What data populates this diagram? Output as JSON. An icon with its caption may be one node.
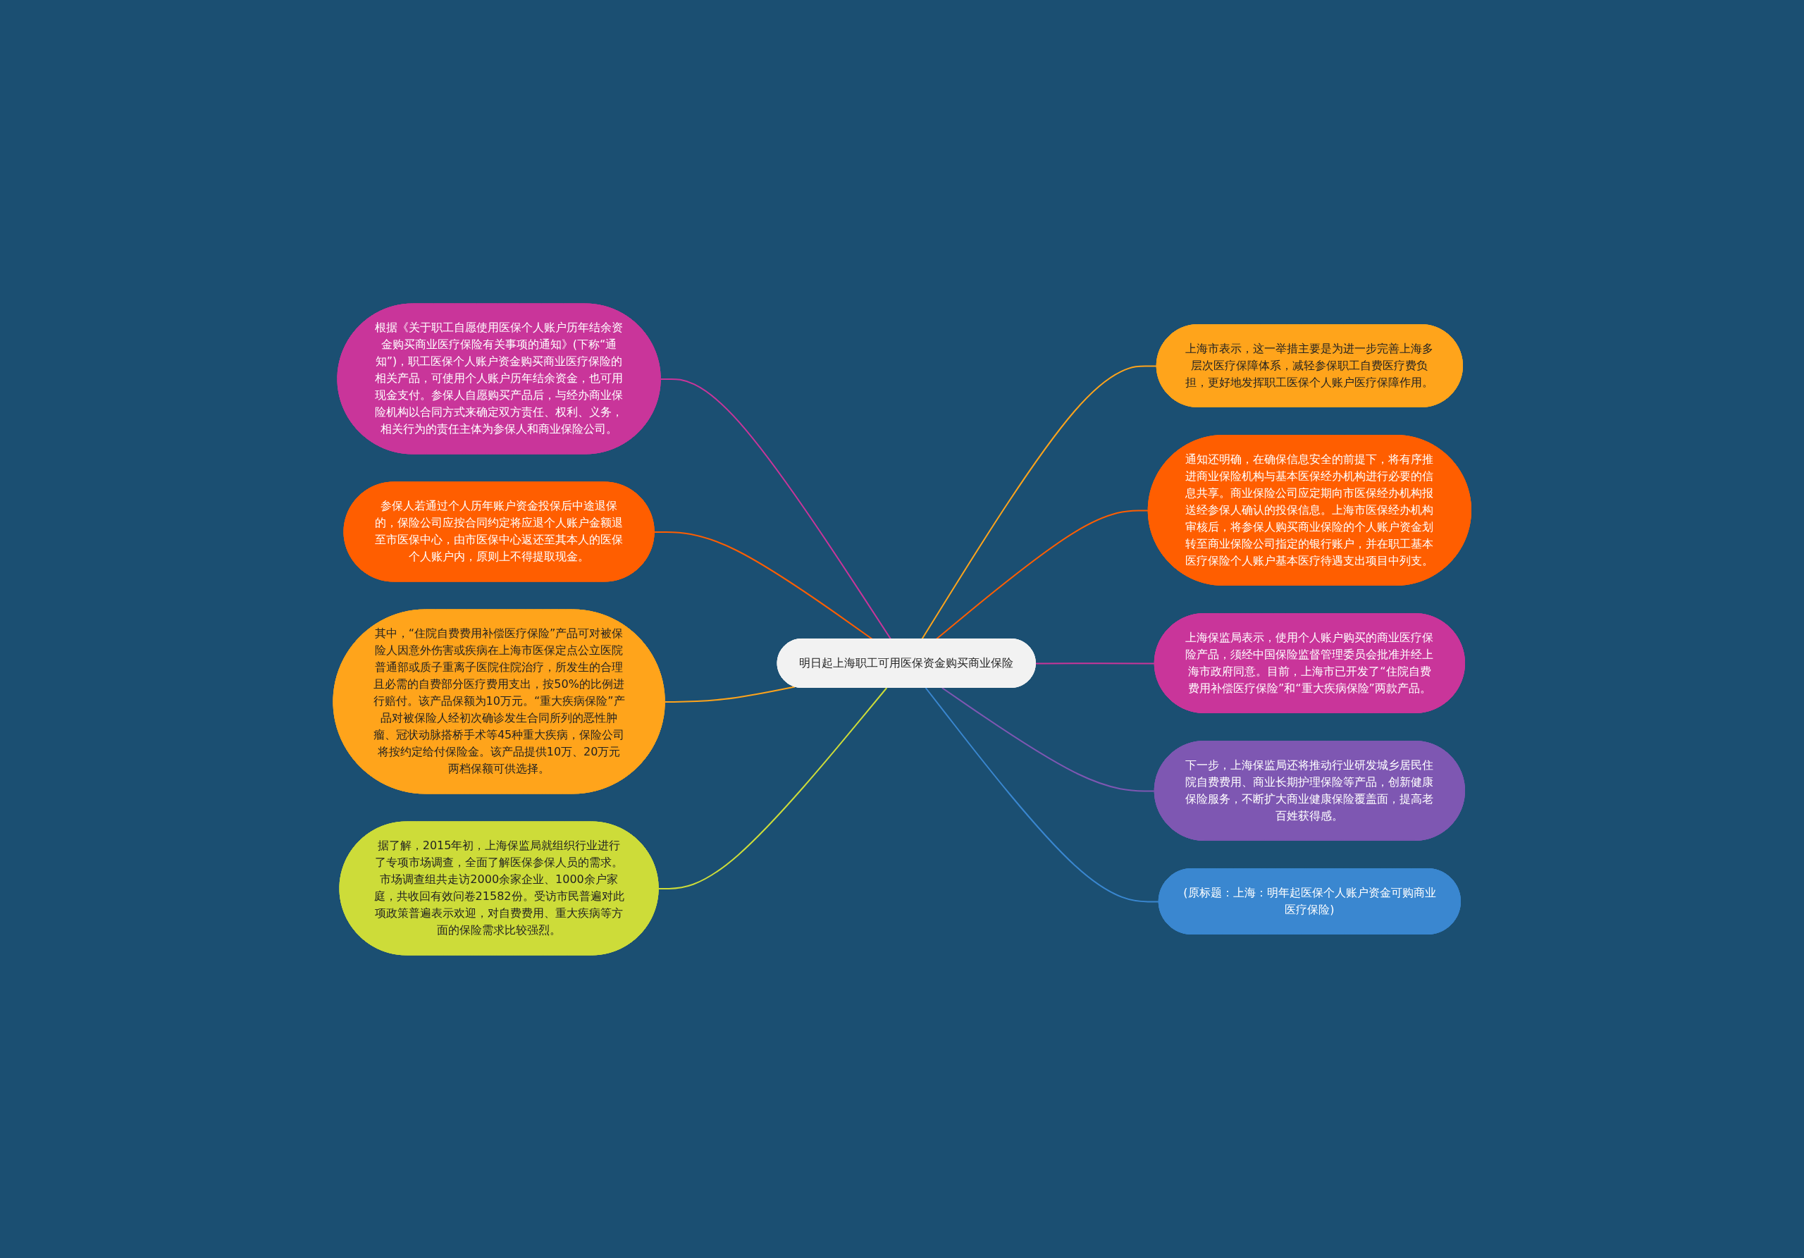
{
  "diagram": {
    "nodes": [
      {
        "text": [
          "明日起上海职工可用医保资金购买商业保险"
        ]
      },
      {
        "text": [
          "根据《关于职工自愿使用医保个人账户历年结余资金购买商业医疗保险有关事项的通知》(下称“通知”)，职工医保个人账户资金购买商业医疗保险的相关产品，可使用个人账户历年结余资金，也可用现金支付。参保人自愿购买产品后，与经办商业保险机构以合同方式来确定双方责任、权利、义务，相关行为的责任主体为参保人和商业保险公司。"
        ]
      },
      {
        "text": [
          "参保人若通过个人历年账户资金投保后中途退保的，保险公司应按合同约定将应退个人账户金额退至市医保中心，由市医保中心返还至其本人的医保个人账户内，原则上不得提取现金。"
        ]
      },
      {
        "text": [
          "其中，“住院自费费用补偿医疗保险”产品可对被保险人因意外伤害或疾病在上海市医保定点公立医院普通部或质子重离子医院住院治疗，所发生的合理且必需的自费部分医疗费用支出，按50%的比例进行赔付。该产品保额为10万元。“重大疾病保险”产品对被保险人经初次确诊发生合同所列的恶性肿瘤、冠状动脉搭桥手术等45种重大疾病，保险公司将按约定给付保险金。该产品提供10万、20万元两档保额可供选择。"
        ]
      },
      {
        "text": [
          "据了解，2015年初，上海保监局就组织行业进行了专项市场调查，全面了解医保参保人员的需求。市场调查组共走访2000余家企业、1000余户家庭，共收回有效问卷21582份。受访市民普遍对此项政策普遍表示欢迎，对自费费用、重大疾病等方面的保险需求比较强烈。"
        ]
      },
      {
        "text": [
          "上海市表示，这一举措主要是为进一步完善上海多层次医疗保障体系，减轻参保职工自费医疗费负担，更好地发挥职工医保个人账户医疗保障作用。"
        ]
      },
      {
        "text": [
          "通知还明确，在确保信息安全的前提下，将有序推进商业保险机构与基本医保经办机构进行必要的信息共享。商业保险公司应定期向市医保经办机构报送经参保人确认的投保信息。上海市医保经办机构审核后，将参保人购买商业保险的个人账户资金划转至商业保险公司指定的银行账户，并在职工基本医疗保险个人账户基本医疗待遇支出项目中列支。"
        ]
      },
      {
        "text": [
          "上海保监局表示，使用个人账户购买的商业医疗保险产品，须经中国保险监督管理委员会批准并经上海市政府同意。目前，上海市已开发了“住院自费费用补偿医疗保险”和“重大疾病保险”两款产品。"
        ]
      },
      {
        "text": [
          "下一步，上海保监局还将推动行业研发城乡居民住院自费费用、商业长期护理保险等产品，创新健康保险服务，不断扩大商业健康保险覆盖面，提高老百姓获得感。"
        ]
      },
      {
        "text": [
          "(原标题：上海：明年起医保个人账户资金可购商业医疗保险)"
        ]
      }
    ],
    "edges": [
      {
        "from": 1,
        "to": 0,
        "arrow": "none",
        "color": "#c9359a"
      },
      {
        "from": 2,
        "to": 0,
        "arrow": "none",
        "color": "#ff5e00"
      },
      {
        "from": 3,
        "to": 0,
        "arrow": "none",
        "color": "#ffa41b"
      },
      {
        "from": 4,
        "to": 0,
        "arrow": "none",
        "color": "#cddc39"
      },
      {
        "from": 0,
        "to": 5,
        "arrow": "none",
        "color": "#ffa41b"
      },
      {
        "from": 0,
        "to": 6,
        "arrow": "none",
        "color": "#ff5e00"
      },
      {
        "from": 0,
        "to": 7,
        "arrow": "none",
        "color": "#c9359a"
      },
      {
        "from": 0,
        "to": 8,
        "arrow": "none",
        "color": "#7e57b2"
      },
      {
        "from": 0,
        "to": 9,
        "arrow": "none",
        "color": "#3a87d0"
      }
    ]
  }
}
